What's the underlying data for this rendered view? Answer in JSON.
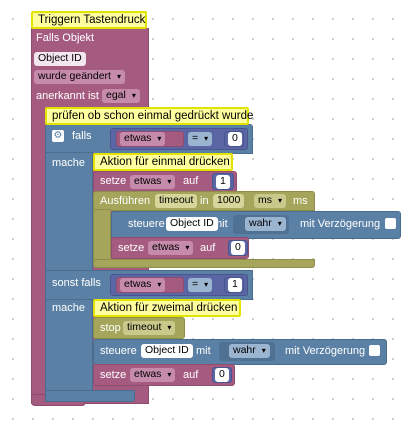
{
  "trigger": {
    "title_comment": "Triggern Tastendruck",
    "falls_objekt": "Falls Objekt",
    "object_id": "Object ID",
    "changed_option": "wurde geändert",
    "acknowledged_label": "anerkannt ist",
    "acknowledged_option": "egal"
  },
  "outer_if": {
    "comment": "prüfen ob schon einmal gedrückt wurde",
    "falls_label": "falls",
    "cond1": {
      "var": "etwas",
      "op": "=",
      "value": "0"
    },
    "mache_label": "mache",
    "then1": {
      "comment": "Aktion für einmal drücken",
      "set1": {
        "label": "setze",
        "var": "etwas",
        "to": "auf",
        "value": "1"
      },
      "timeout": {
        "label": "Ausführen",
        "name": "timeout",
        "in": "in",
        "delay": "1000",
        "unit_option": "ms",
        "unit_label": "ms"
      },
      "control": {
        "label": "steuere",
        "object": "Object ID",
        "with": "mit",
        "value": "wahr",
        "delay_label": "mit Verzögerung"
      },
      "set2": {
        "label": "setze",
        "var": "etwas",
        "to": "auf",
        "value": "0"
      }
    },
    "elseif_label": "sonst falls",
    "cond2": {
      "var": "etwas",
      "op": "=",
      "value": "1"
    },
    "mache2_label": "mache",
    "then2": {
      "comment": "Aktion für zweimal drücken",
      "stop": {
        "label": "stop",
        "name": "timeout"
      },
      "control": {
        "label": "steuere",
        "object": "Object ID",
        "with": "mit",
        "value": "wahr",
        "delay_label": "mit Verzögerung"
      },
      "set": {
        "label": "setze",
        "var": "etwas",
        "to": "auf",
        "value": "0"
      }
    }
  },
  "icons": {
    "dropdown_arrow": "▾",
    "gear": "⚙"
  }
}
